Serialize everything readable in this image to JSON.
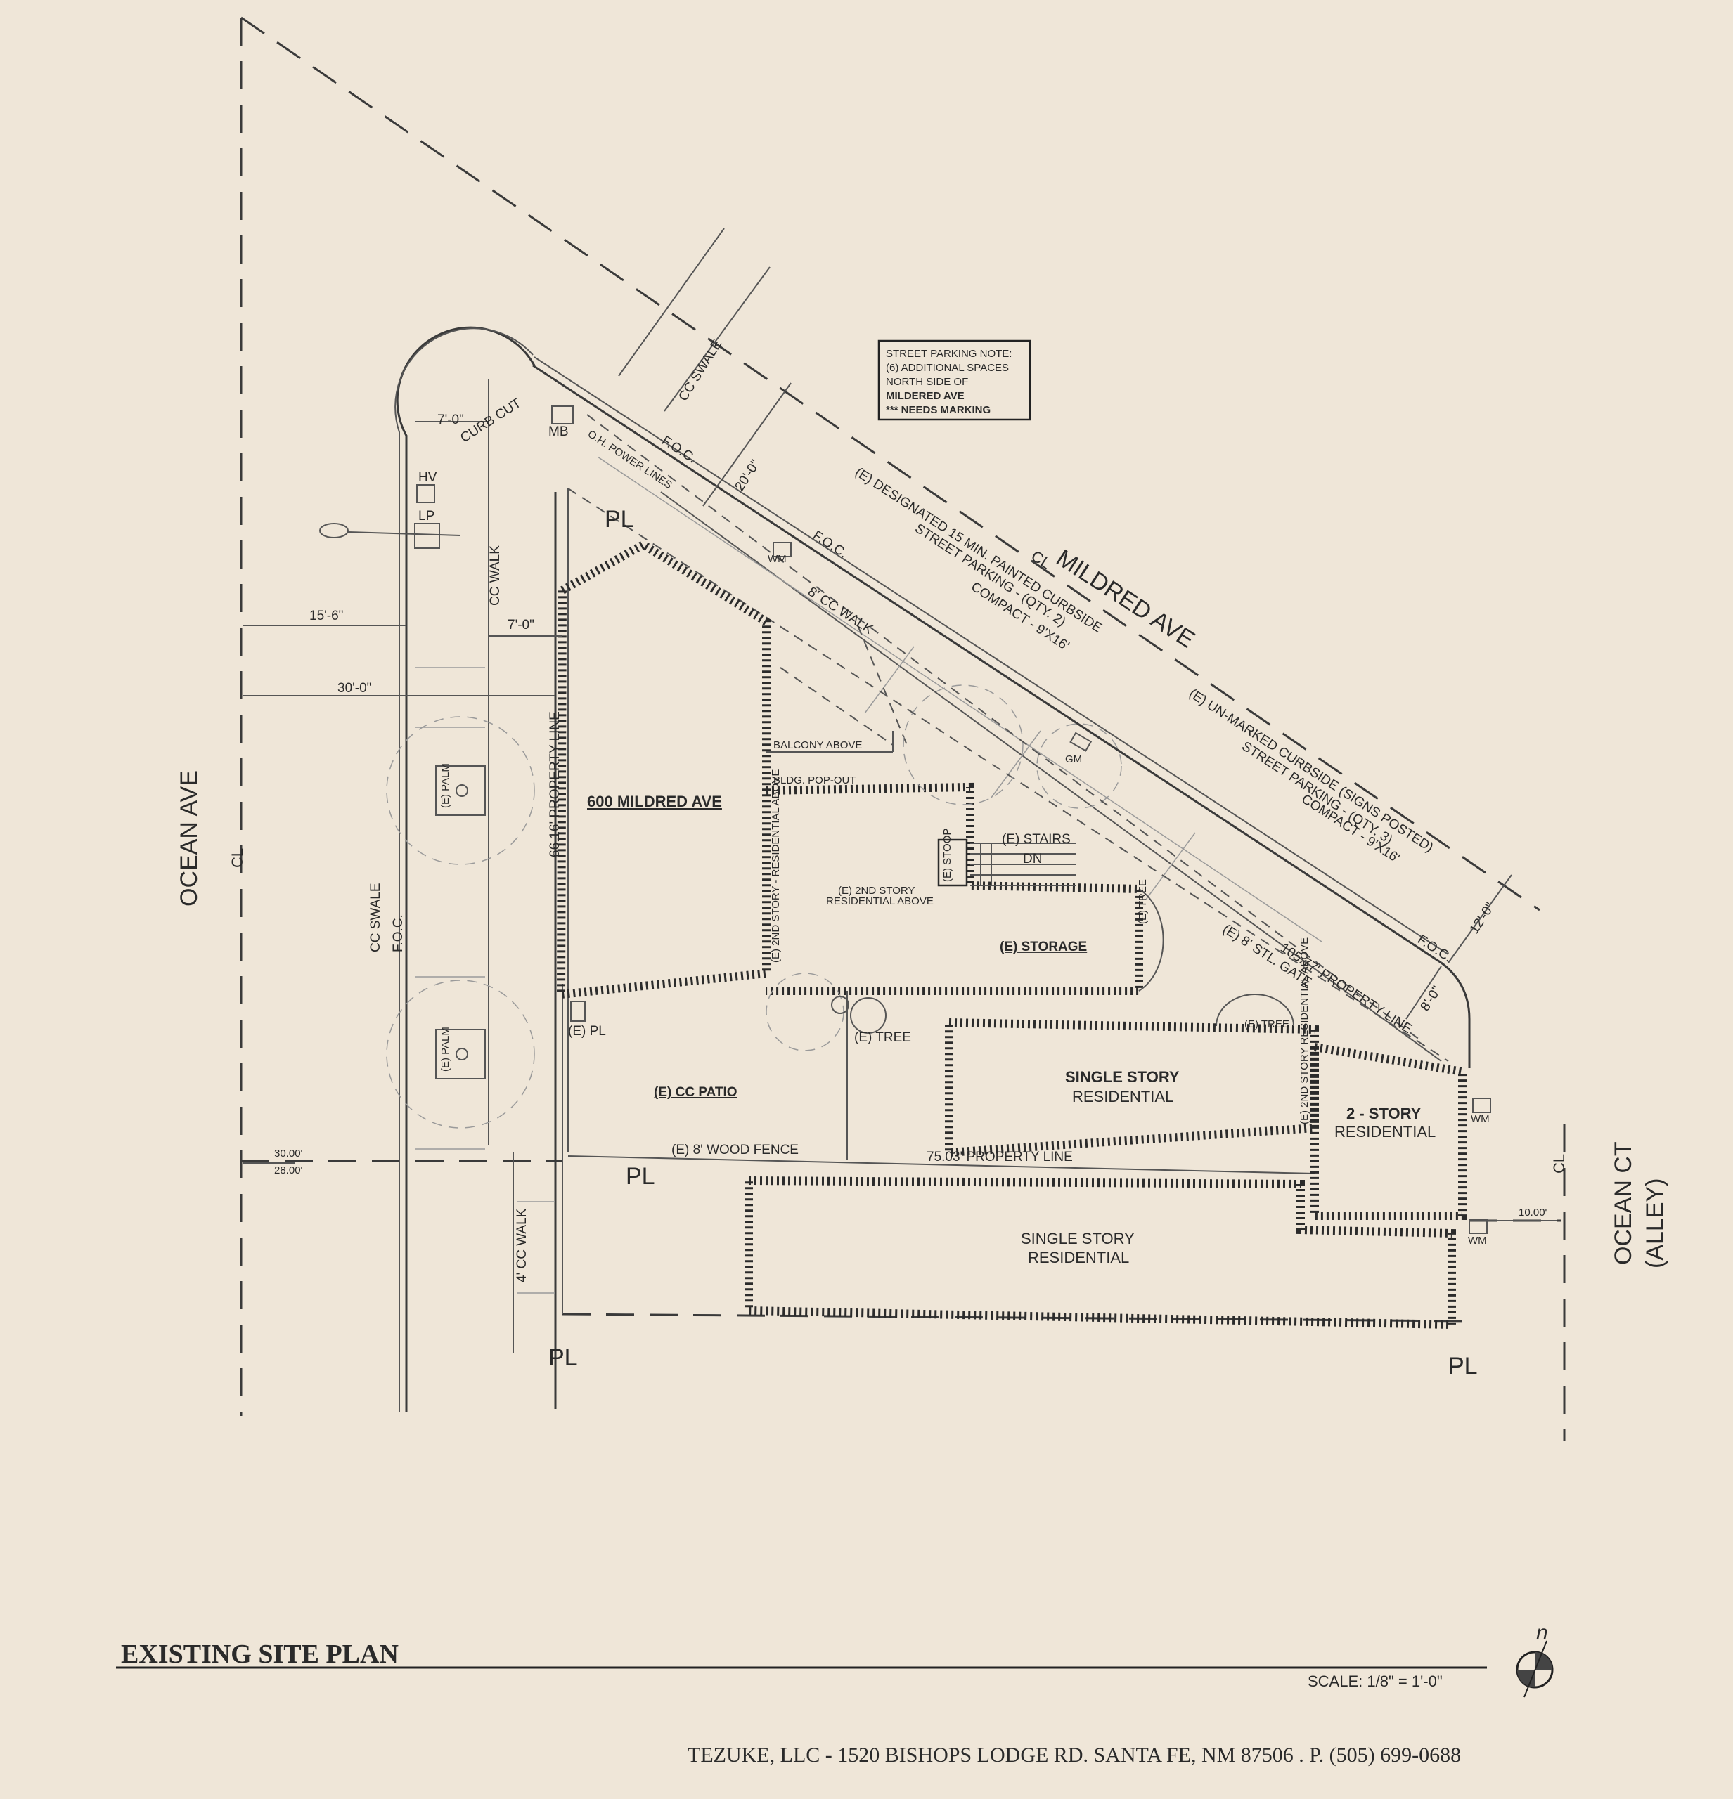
{
  "title": "EXISTING SITE PLAN",
  "scale": "SCALE: 1/8\" = 1'-0\"",
  "north": "n",
  "footer": "TEZUKE, LLC - 1520 BISHOPS LODGE RD. SANTA FE, NM 87506  .  P. (505) 699-0688",
  "streets": {
    "mildred": "MILDRED AVE",
    "ocean_ave": "OCEAN AVE",
    "ocean_ct": "OCEAN CT",
    "alley": "(ALLEY)",
    "centerline": "CL"
  },
  "parking_note": {
    "title": "STREET PARKING NOTE:",
    "line1": "(6) ADDITIONAL SPACES",
    "line2": "NORTH SIDE OF",
    "line3": "MILDERED AVE",
    "line4": "*** NEEDS MARKING"
  },
  "parking": {
    "designated": [
      "(E) DESIGNATED 15 MIN. PAINTED CURBSIDE",
      "STREET PARKING - (QTY. 2)",
      "COMPACT - 9'X16'"
    ],
    "unmarked": [
      "(E) UN-MARKED CURBSIDE (SIGNS POSTED)",
      "STREET PARKING - (QTY. 3)",
      "COMPACT - 9'X16'"
    ]
  },
  "labels": {
    "building": "600 MILDRED AVE",
    "storage": "(E) STORAGE",
    "second_story": "(E) 2ND STORY",
    "residential_above": "RESIDENTIAL ABOVE",
    "second_story_vertical": "(E) 2ND STORY - RESIDENTIAL ABOVE",
    "balcony": "BALCONY ABOVE",
    "popout": "BLDG. POP-OUT",
    "stairs": "(E) STAIRS",
    "dn": "DN",
    "stoop": "(E) STOOP",
    "patio": "(E) CC PATIO",
    "fence": "(E) 8' WOOD FENCE",
    "tree": "(E) TREE",
    "pl_pole": "(E) PL",
    "palm": "(E) PALM",
    "gate": "(E) 8' STL. GATE",
    "single_story": "SINGLE STORY",
    "residential": "RESIDENTIAL",
    "two_story": "2 - STORY",
    "two_story_res_vertical": "(E) 2ND STORY RESIDENTIAL ABOVE",
    "cc_walk": "CC WALK",
    "cc_walk_8": "8' CC WALK",
    "cc_walk_4": "4' CC WALK",
    "cc_swale": "CC SWALE",
    "foc": "F.O.C.",
    "curb_cut": "CURB CUT",
    "power_lines": "O.H. POWER LINES",
    "mb": "MB",
    "wm": "WM",
    "gm": "GM",
    "hv": "HV",
    "lp": "LP",
    "pl": "PL"
  },
  "dimensions": {
    "d7a": "7'-0\"",
    "d7b": "7'-0\"",
    "d15_6": "15'-6\"",
    "d30_0": "30'-0\"",
    "d20_0": "20'-0\"",
    "d12_0": "12'-0\"",
    "d8_0": "8'-0\"",
    "d30_00": "30.00'",
    "d28_00": "28.00'",
    "d10_00": "10.00'",
    "pl_66": "66.16' PROPERTY LINE",
    "pl_105": "105.77' PROPERTY LINE",
    "pl_75": "75.03' PROPERTY LINE"
  }
}
